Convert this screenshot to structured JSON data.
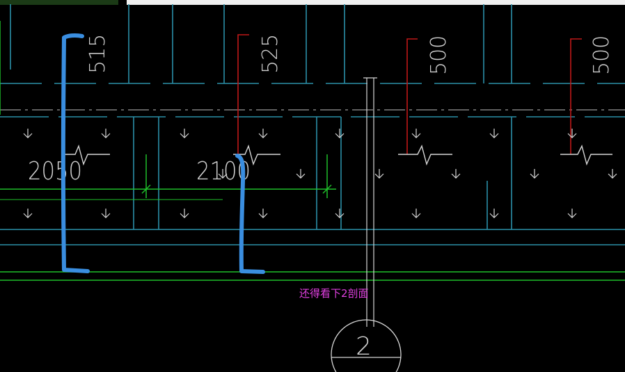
{
  "top_strip": {
    "text": ""
  },
  "dimensions": {
    "vertical": [
      "515",
      "525",
      "500",
      "500"
    ],
    "horizontal": [
      "2050",
      "2100"
    ]
  },
  "section_marker": {
    "label": "2"
  },
  "annotation": {
    "text": "还得看下2剖面"
  },
  "colors": {
    "background": "#000000",
    "cyan_lines": "#2a8fa8",
    "green_lines": "#1fbf2a",
    "red_lines": "#c01818",
    "white_lines": "#d8d8d8",
    "blue_markup": "#3a8ee0",
    "annotation": "#e040e0"
  },
  "icons": [
    "arrow-down-icon",
    "break-line-icon",
    "section-circle-icon"
  ]
}
